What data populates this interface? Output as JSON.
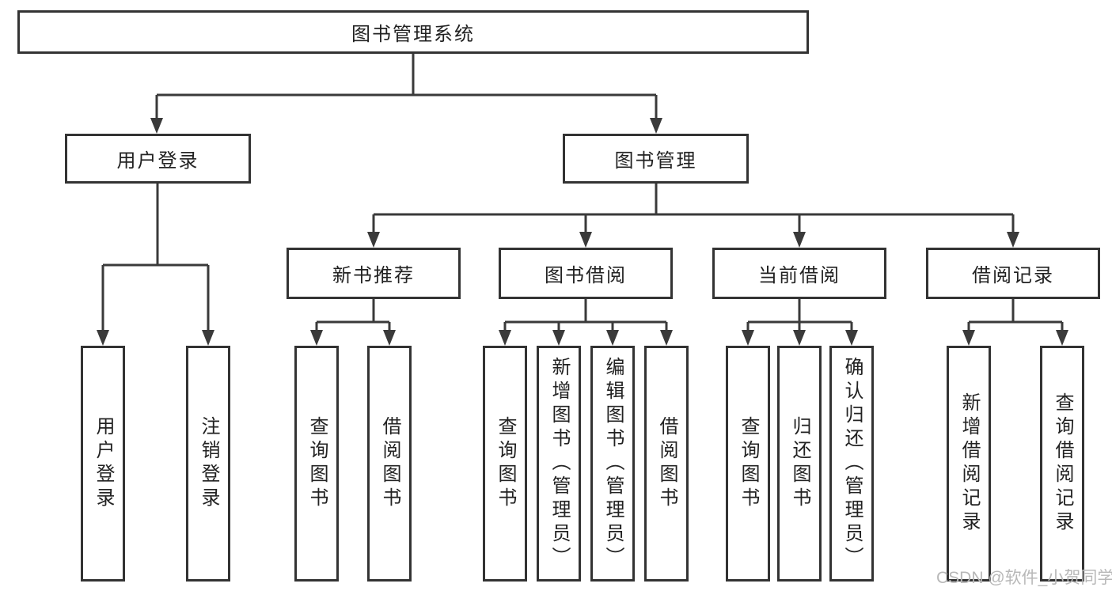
{
  "diagram": {
    "type": "hierarchy-tree",
    "root": "图书管理系统",
    "level2": [
      {
        "label": "用户登录",
        "children": [
          "用户登录",
          "注销登录"
        ]
      },
      {
        "label": "图书管理"
      }
    ],
    "level3": [
      {
        "label": "新书推荐",
        "children": [
          "查询图书",
          "借阅图书"
        ]
      },
      {
        "label": "图书借阅",
        "children": [
          "查询图书",
          "新增图书（管理员）",
          "编辑图书（管理员）",
          "借阅图书"
        ]
      },
      {
        "label": "当前借阅",
        "children": [
          "查询图书",
          "归还图书",
          "确认归还（管理员）"
        ]
      },
      {
        "label": "借阅记录",
        "children": [
          "新增借阅记录",
          "查询借阅记录"
        ]
      }
    ]
  },
  "colors": {
    "line": "#3a3a3a",
    "box_border": "#333333",
    "text": "#222222",
    "watermark": "#b8b8b8",
    "background": "#ffffff"
  },
  "watermark": "CSDN @软件_小贺同学"
}
